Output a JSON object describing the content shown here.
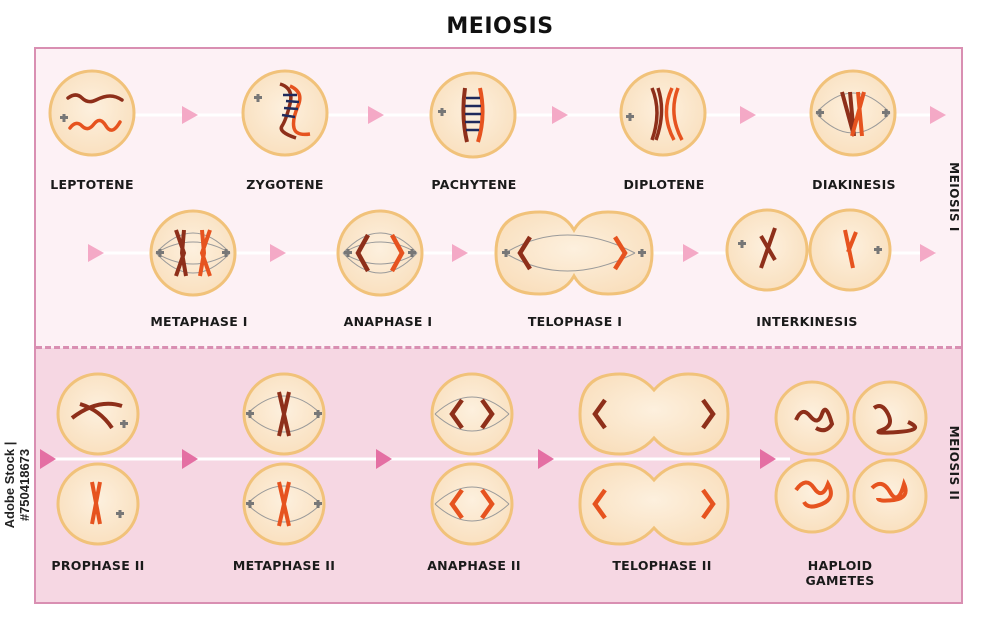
{
  "title": "MEIOSIS",
  "sections": {
    "meiosis_1": "MEIOSIS I",
    "meiosis_2": "MEIOSIS II"
  },
  "stages": {
    "leptotene": "LEPTOTENE",
    "zygotene": "ZYGOTENE",
    "pachytene": "PACHYTENE",
    "diplotene": "DIPLOTENE",
    "diakinesis": "DIAKINESIS",
    "metaphase_1": "METAPHASE I",
    "anaphase_1": "ANAPHASE I",
    "telophase_1": "TELOPHASE I",
    "interkinesis": "INTERKINESIS",
    "prophase_2": "PROPHASE II",
    "metaphase_2": "METAPHASE II",
    "anaphase_2": "ANAPHASE II",
    "telophase_2": "TELOPHASE II",
    "haploid_gametes": "HAPLOID GAMETES"
  },
  "stock_id": "Adobe Stock | #750418673",
  "colors": {
    "frame": "#d98fb2",
    "cell_fill": "#fbe7cf",
    "cell_border": "#f1c27a",
    "chromatid_dark": "#8e2f1a",
    "chromatid_light": "#e6531f",
    "arrow": "#f4a9c6",
    "arrow_dark": "#e46fa3"
  }
}
